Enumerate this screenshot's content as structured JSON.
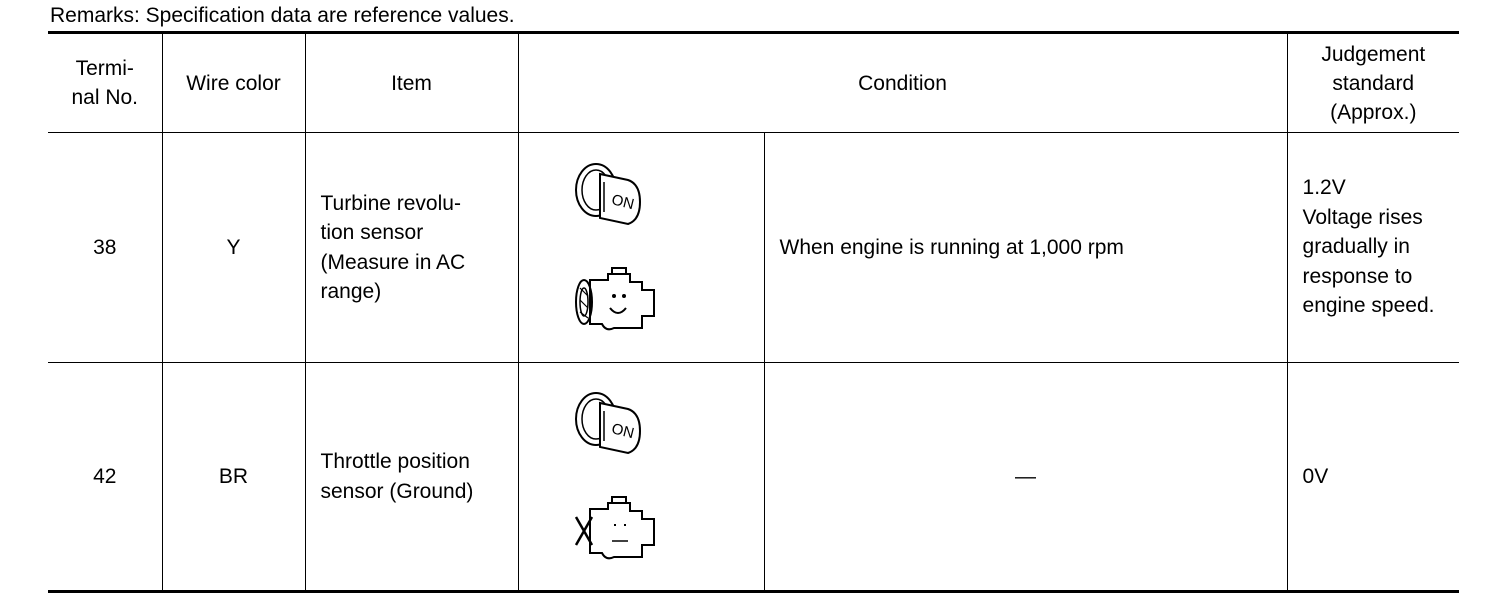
{
  "remarks": "Remarks: Specification data are reference values.",
  "header": {
    "terminal_1": "Termi-",
    "terminal_2": "nal No.",
    "wire_color": "Wire color",
    "item": "Item",
    "condition": "Condition",
    "judgement_1": "Judgement",
    "judgement_2": "standard",
    "judgement_3": "(Approx.)"
  },
  "rows": [
    {
      "terminal": "38",
      "wire_color": "Y",
      "item": [
        "Turbine revolu-",
        "tion sensor",
        "(Measure in AC",
        "range)"
      ],
      "icons": [
        "ignition-key-on-icon",
        "engine-running-icon"
      ],
      "key_label": "ON",
      "condition": "When engine is running at 1,000 rpm",
      "judgement": [
        "1.2V",
        "Voltage rises",
        "gradually in",
        "response to",
        "engine speed."
      ]
    },
    {
      "terminal": "42",
      "wire_color": "BR",
      "item": [
        "Throttle position",
        "sensor (Ground)"
      ],
      "icons": [
        "ignition-key-on-icon",
        "engine-stopped-icon"
      ],
      "key_label": "ON",
      "condition": "—",
      "judgement": [
        "0V"
      ]
    }
  ]
}
